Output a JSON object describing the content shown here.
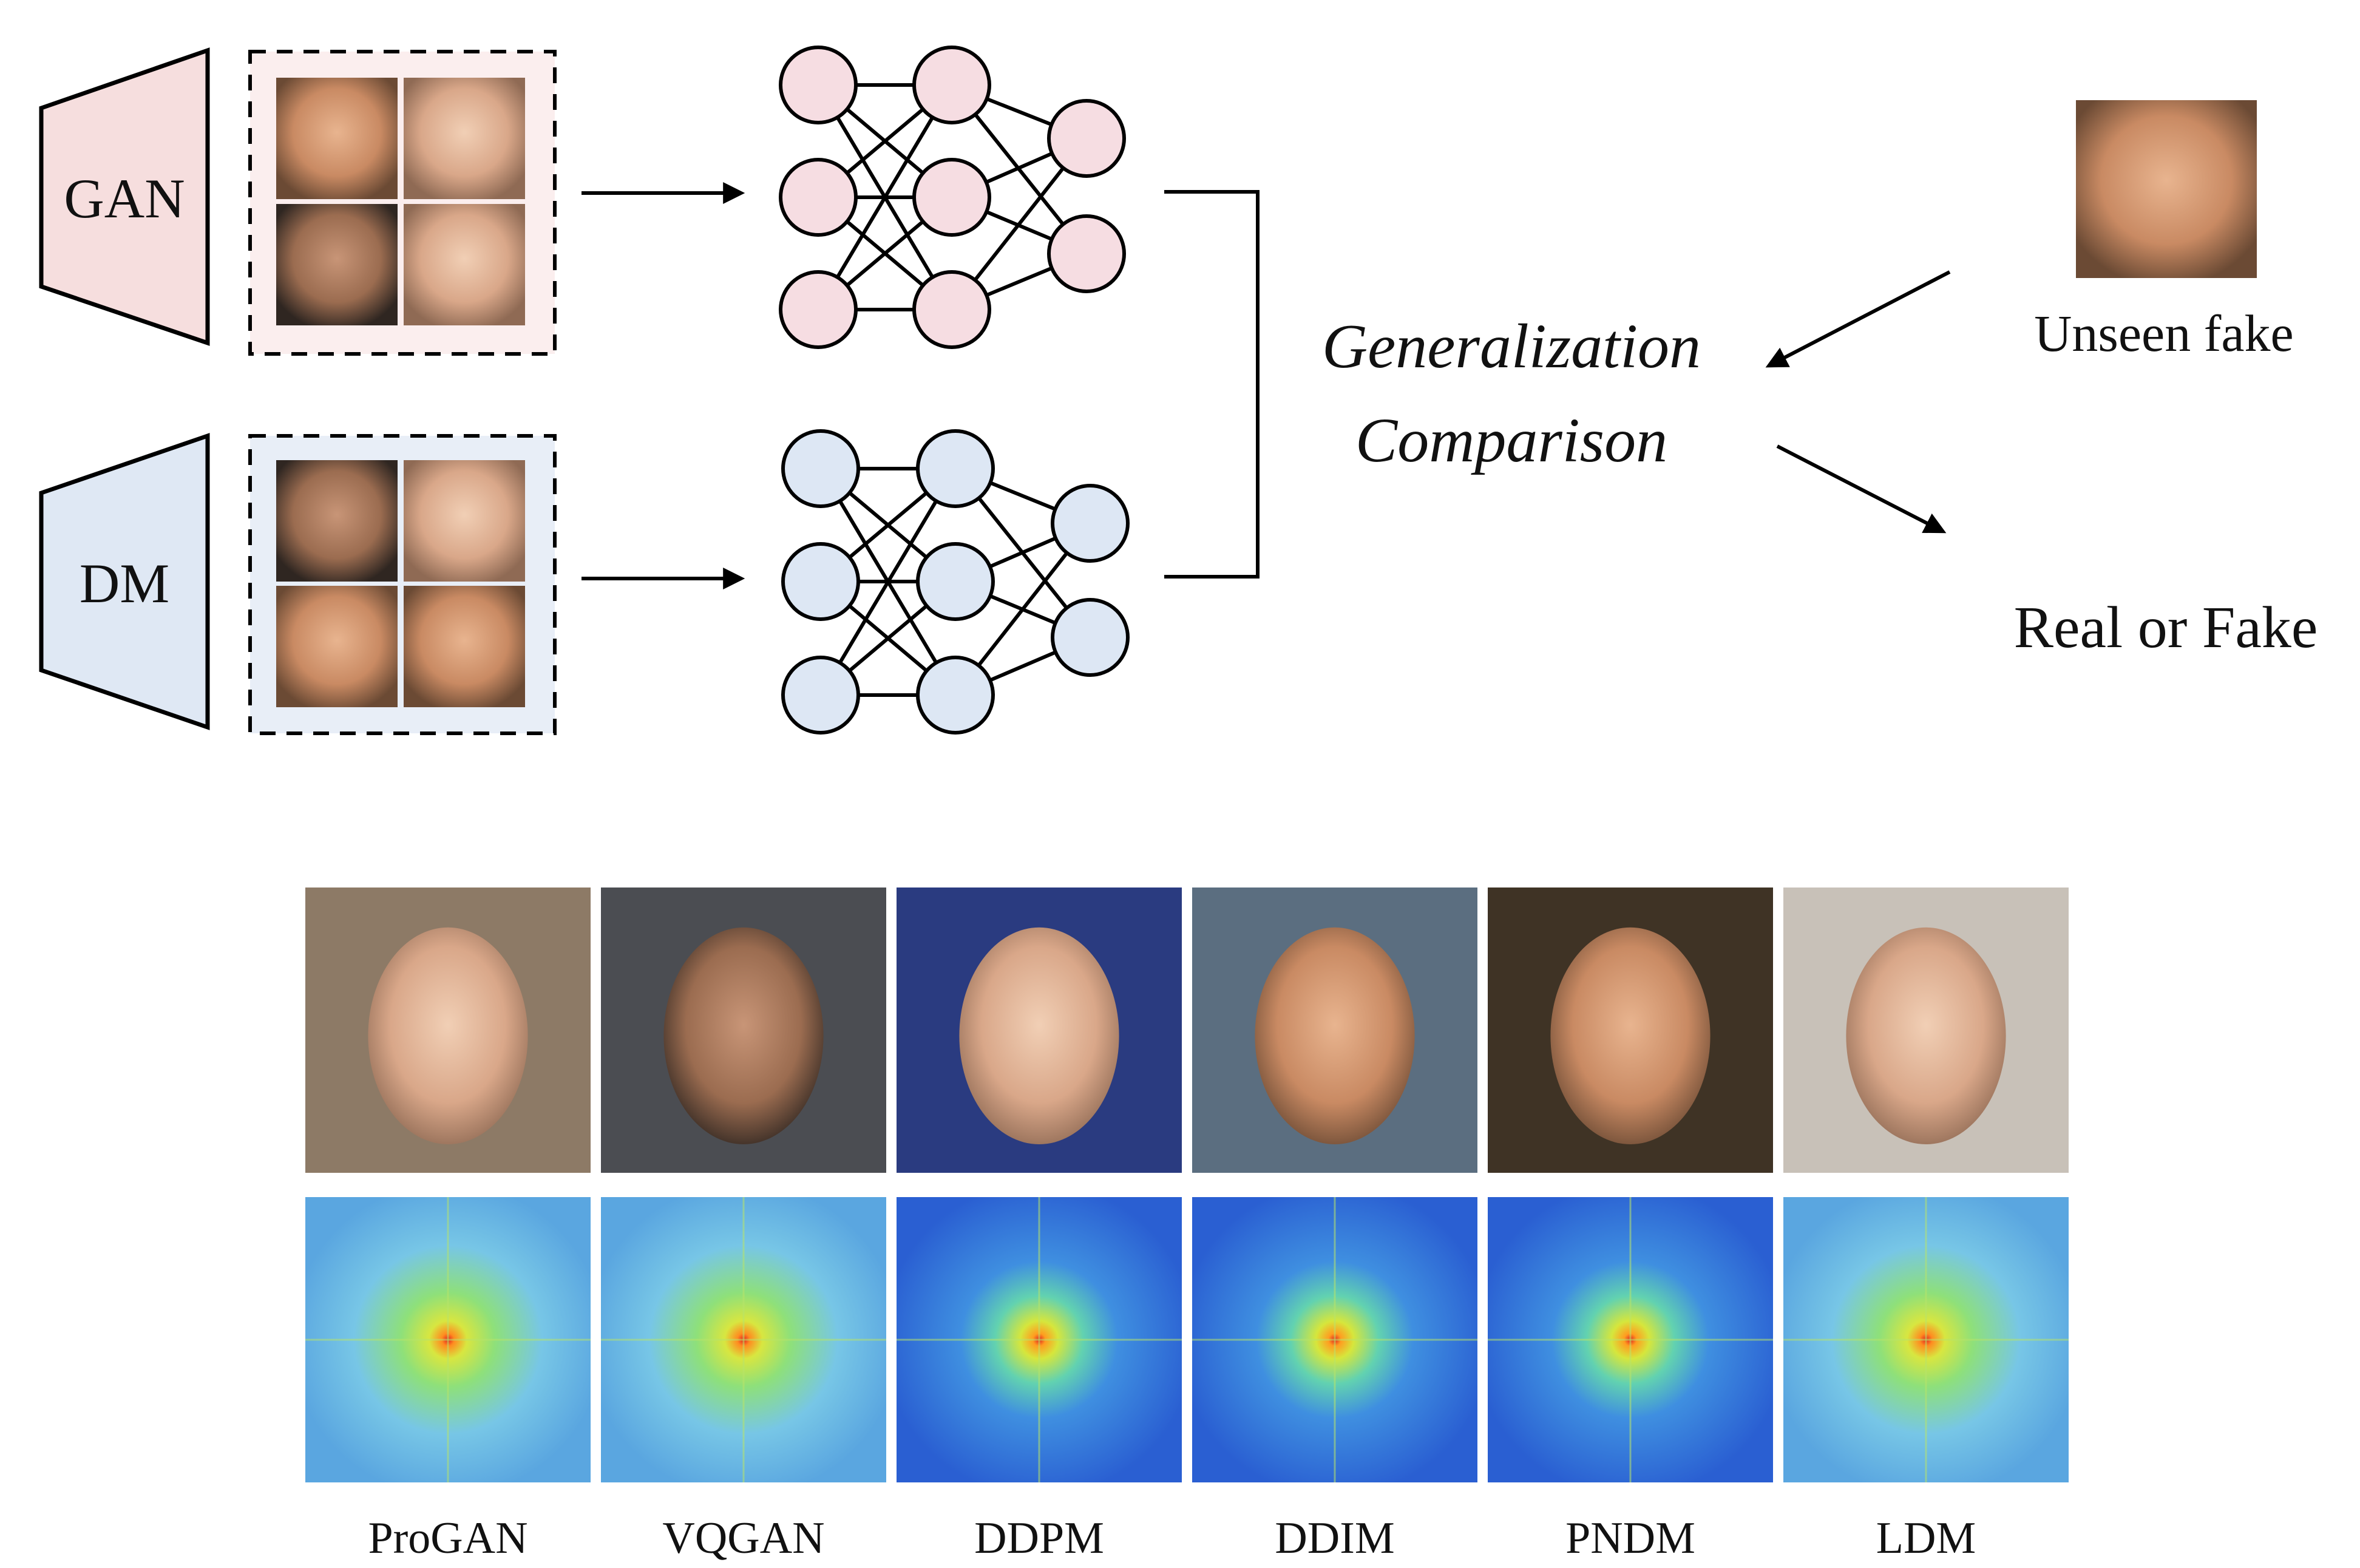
{
  "title": "",
  "generators": {
    "gan": {
      "label": "GAN",
      "color": "#f6dede"
    },
    "dm": {
      "label": "DM",
      "color": "#dfe8f4"
    }
  },
  "comparison": {
    "line1": "Generalization",
    "line2": "Comparison"
  },
  "unseen": {
    "label": "Unseen fake"
  },
  "output": {
    "label": "Real or Fake"
  },
  "models": [
    {
      "name": "ProGAN",
      "palette": "gan"
    },
    {
      "name": "VQGAN",
      "palette": "gan"
    },
    {
      "name": "DDPM",
      "palette": "dm"
    },
    {
      "name": "DDIM",
      "palette": "dm"
    },
    {
      "name": "PNDM",
      "palette": "dm"
    },
    {
      "name": "LDM",
      "palette": "gan"
    }
  ],
  "colors": {
    "line": "#000000",
    "gan_node": "#f6dde2",
    "dm_node": "#dde7f4",
    "spectrum_gan_bg": "#7fc0e6",
    "spectrum_dm_bg": "#2f6fd6"
  }
}
